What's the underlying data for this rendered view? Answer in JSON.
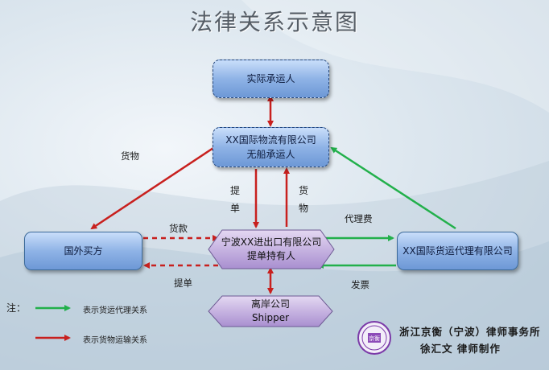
{
  "title": "法律关系示意图",
  "nodes": {
    "actual_carrier": "实际承运人",
    "nvocc_line1": "XX国际物流有限公司",
    "nvocc_line2": "无船承运人",
    "foreign_buyer": "国外买方",
    "ningbo_line1": "宁波XX进出口有限公司",
    "ningbo_line2": "提单持有人",
    "forwarder": "XX国际货运代理有限公司",
    "shipper_line1": "离岸公司",
    "shipper_line2": "Shipper"
  },
  "edge_labels": {
    "goods_left": "货物",
    "bill_vertical_1": "提",
    "bill_vertical_2": "单",
    "goods_vertical_1": "货",
    "goods_vertical_2": "物",
    "payment": "货款",
    "bill_bottom": "提单",
    "agency_fee": "代理费",
    "invoice": "发票"
  },
  "legend": {
    "note": "注：",
    "green_text": "表示货运代理关系",
    "red_text": "表示货物运输关系"
  },
  "footer": {
    "firm": "浙江京衡（宁波）律师事务所",
    "author": "徐汇文 律师制作",
    "seal_text": "京衡"
  },
  "colors": {
    "green": "#22b04b",
    "red": "#c8201e",
    "box_blue": "#7aa4dc",
    "hex_purple": "#b9a2d6"
  }
}
